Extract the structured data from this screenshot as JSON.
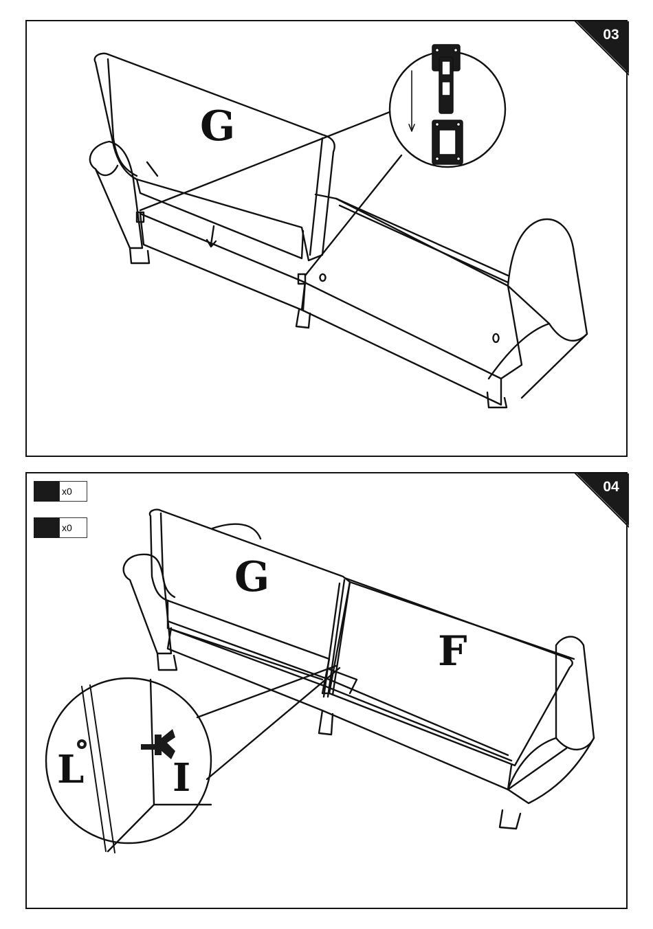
{
  "panels": [
    {
      "step": "03",
      "labels": {
        "backrest": "G"
      }
    },
    {
      "step": "04",
      "hardware": [
        {
          "qty": "x0",
          "color": "#1a1a1a"
        },
        {
          "qty": "x0",
          "color": "#1a1a1a"
        }
      ],
      "labels": {
        "backrest_left": "G",
        "backrest_right": "F",
        "part_l": "L",
        "part_i": "I"
      }
    }
  ]
}
